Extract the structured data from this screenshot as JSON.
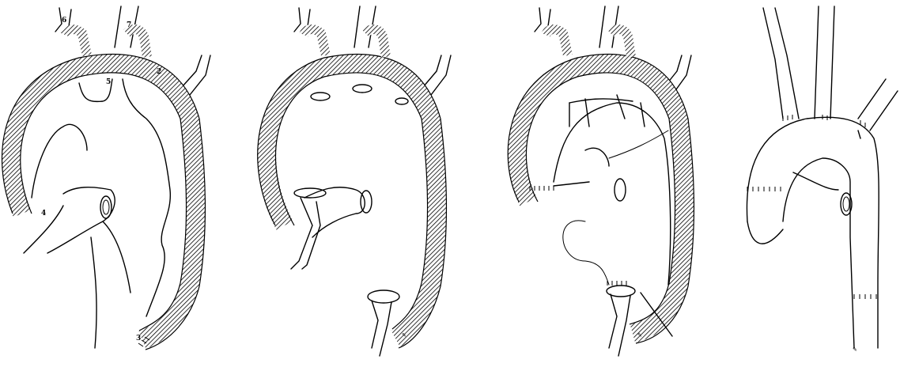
{
  "labels": {
    "n6": "6",
    "n7": "7",
    "n5": "5",
    "n2": "2",
    "n4": "4",
    "n3": "3"
  },
  "colors": {
    "ink": "#000000",
    "paper": "#ffffff"
  }
}
